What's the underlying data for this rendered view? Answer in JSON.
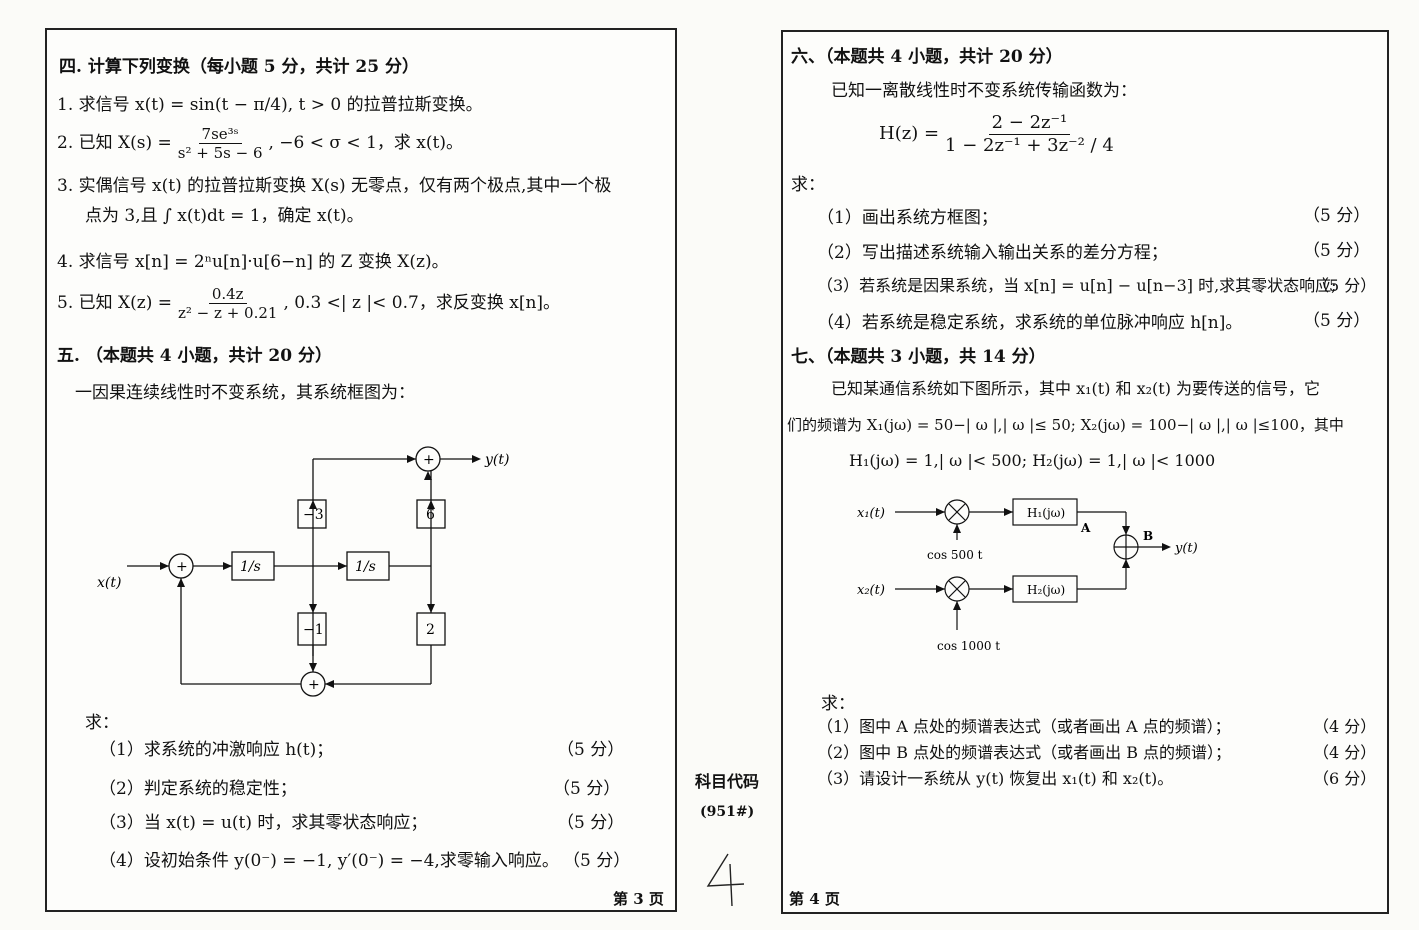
{
  "left": {
    "s4_title": "四. 计算下列变换（每小题 5 分，共计 25 分）",
    "q1": "1. 求信号 x(t) = sin(t − π/4), t > 0 的拉普拉斯变换。",
    "q2_pre": "2. 已知 X(s) =",
    "q2_num": "7se³ˢ",
    "q2_den": "s² + 5s − 6",
    "q2_post": ", −6 < σ < 1，求 x(t)。",
    "q3_l1": "3. 实偶信号 x(t) 的拉普拉斯变换 X(s) 无零点，仅有两个极点,其中一个极",
    "q3_l2": "点为 3,且 ∫ x(t)dt = 1，确定 x(t)。",
    "q4": "4. 求信号 x[n] = 2ⁿu[n]·u[6−n] 的 Z 变换 X(z)。",
    "q5_pre": "5. 已知 X(z) =",
    "q5_num": "0.4z",
    "q5_den": "z² − z + 0.21",
    "q5_post": ", 0.3 <| z |< 0.7，求反变换 x[n]。",
    "s5_title": "五. （本题共 4 小题，共计 20 分）",
    "s5_intro": "一因果连续线性时不变系统，其系统框图为：",
    "diagram": {
      "input": "x(t)",
      "output": "y(t)",
      "sum": "+",
      "int1": "1/s",
      "int2": "1/s",
      "g_m3": "−3",
      "g_6": "6",
      "g_m1": "−1",
      "g_2": "2"
    },
    "ask": "求：",
    "items": [
      {
        "text": "（1）求系统的冲激响应 h(t)；",
        "score": "（5 分）"
      },
      {
        "text": "（2）判定系统的稳定性；",
        "score": "（5 分）"
      },
      {
        "text": "（3）当 x(t) = u(t) 时，求其零状态响应；",
        "score": "（5 分）"
      },
      {
        "text": "（4）设初始条件 y(0⁻) = −1, y′(0⁻) = −4,求零输入响应。",
        "score": "（5 分）"
      }
    ],
    "page": "第 3 页"
  },
  "middle": {
    "label": "科目代码",
    "code": "(951#)",
    "hand": "4"
  },
  "right": {
    "s6_title": "六、（本题共 4 小题，共计 20 分）",
    "s6_intro": "已知一离散线性时不变系统传输函数为：",
    "h_pre": "H(z) =",
    "h_num": "2 − 2z⁻¹",
    "h_den": "1 − 2z⁻¹ + 3z⁻² / 4",
    "ask": "求：",
    "items": [
      {
        "text": "（1）画出系统方框图；",
        "score": "（5 分）"
      },
      {
        "text": "（2）写出描述系统输入输出关系的差分方程；",
        "score": "（5 分）"
      },
      {
        "text": "（3）若系统是因果系统，当 x[n] = u[n] − u[n−3] 时,求其零状态响应;",
        "score": "（5 分）"
      },
      {
        "text": "（4）若系统是稳定系统，求系统的单位脉冲响应 h[n]。",
        "score": "（5 分）"
      }
    ],
    "s7_title": "七、（本题共 3 小题，共 14 分）",
    "s7_l1": "已知某通信系统如下图所示，其中 x₁(t) 和 x₂(t) 为要传送的信号，它",
    "s7_l2": "们的频谱为 X₁(jω) = 50−| ω |,| ω |≤ 50; X₂(jω) = 100−| ω |,| ω |≤100，其中",
    "s7_l3": "H₁(jω) = 1,| ω |< 500;  H₂(jω) = 1,| ω |< 1000",
    "diagram": {
      "x1": "x₁(t)",
      "x2": "x₂(t)",
      "cos1": "cos 500 t",
      "cos2": "cos 1000 t",
      "h1": "H₁(jω)",
      "h2": "H₂(jω)",
      "a": "A",
      "b": "B",
      "y": "y(t)"
    },
    "ask2": "求：",
    "items2": [
      {
        "text": "（1）图中 A 点处的频谱表达式（或者画出 A 点的频谱）；",
        "score": "（4 分）"
      },
      {
        "text": "（2）图中 B 点处的频谱表达式（或者画出 B 点的频谱）；",
        "score": "（4 分）"
      },
      {
        "text": "（3）请设计一系统从 y(t) 恢复出 x₁(t) 和 x₂(t)。",
        "score": "（6 分）"
      }
    ],
    "page": "第 4 页"
  }
}
